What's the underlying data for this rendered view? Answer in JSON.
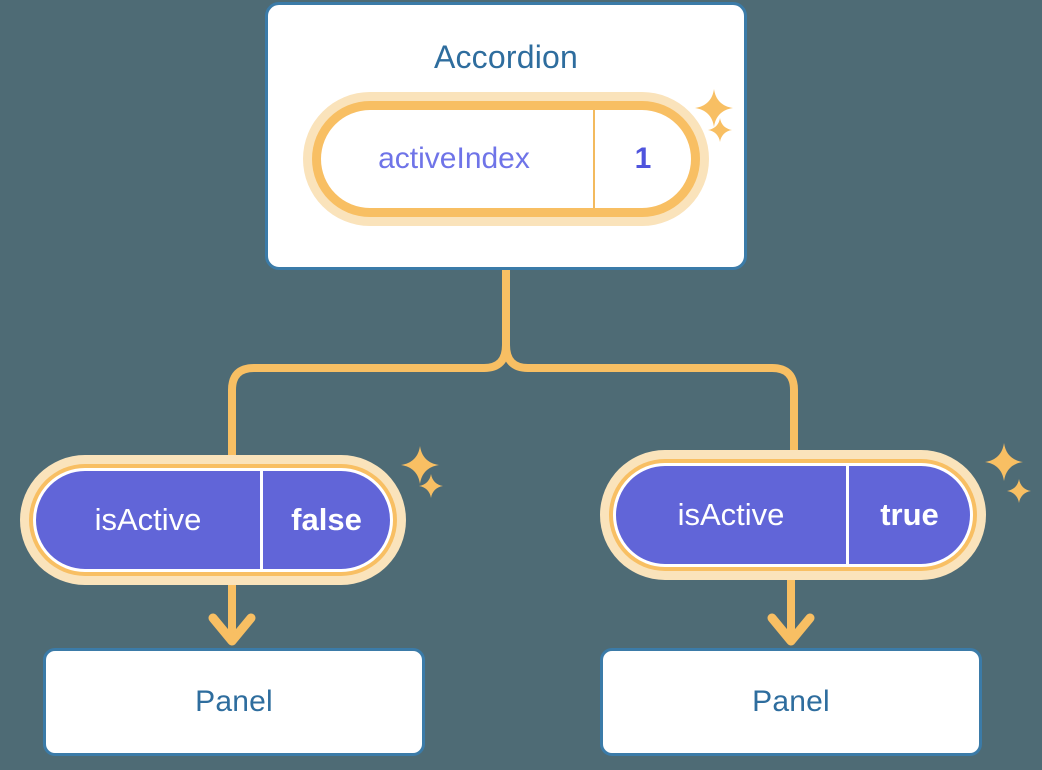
{
  "theme": {
    "background": "#4e6b75",
    "card_border": "#3b7ba8",
    "card_fill": "#ffffff",
    "title_blue": "#2e6d9e",
    "accent_orange": "#f8bf63",
    "glow_orange": "#fae3bb",
    "pill_purple": "#6165d8",
    "key_purple": "#6f74e8",
    "value_purple": "#4f54dd",
    "white": "#ffffff"
  },
  "diagram": {
    "type": "component-state-tree",
    "root": {
      "title": "Accordion",
      "state": {
        "key": "activeIndex",
        "value": "1"
      }
    },
    "children": [
      {
        "state": {
          "key": "isActive",
          "value": "false"
        },
        "panel": {
          "title": "Panel"
        }
      },
      {
        "state": {
          "key": "isActive",
          "value": "true"
        },
        "panel": {
          "title": "Panel"
        }
      }
    ]
  },
  "icons": {
    "sparkle_large": "sparkle-four-point-large",
    "sparkle_small": "sparkle-four-point-small",
    "arrow": "arrow-down-icon",
    "connector": "tree-connector"
  }
}
